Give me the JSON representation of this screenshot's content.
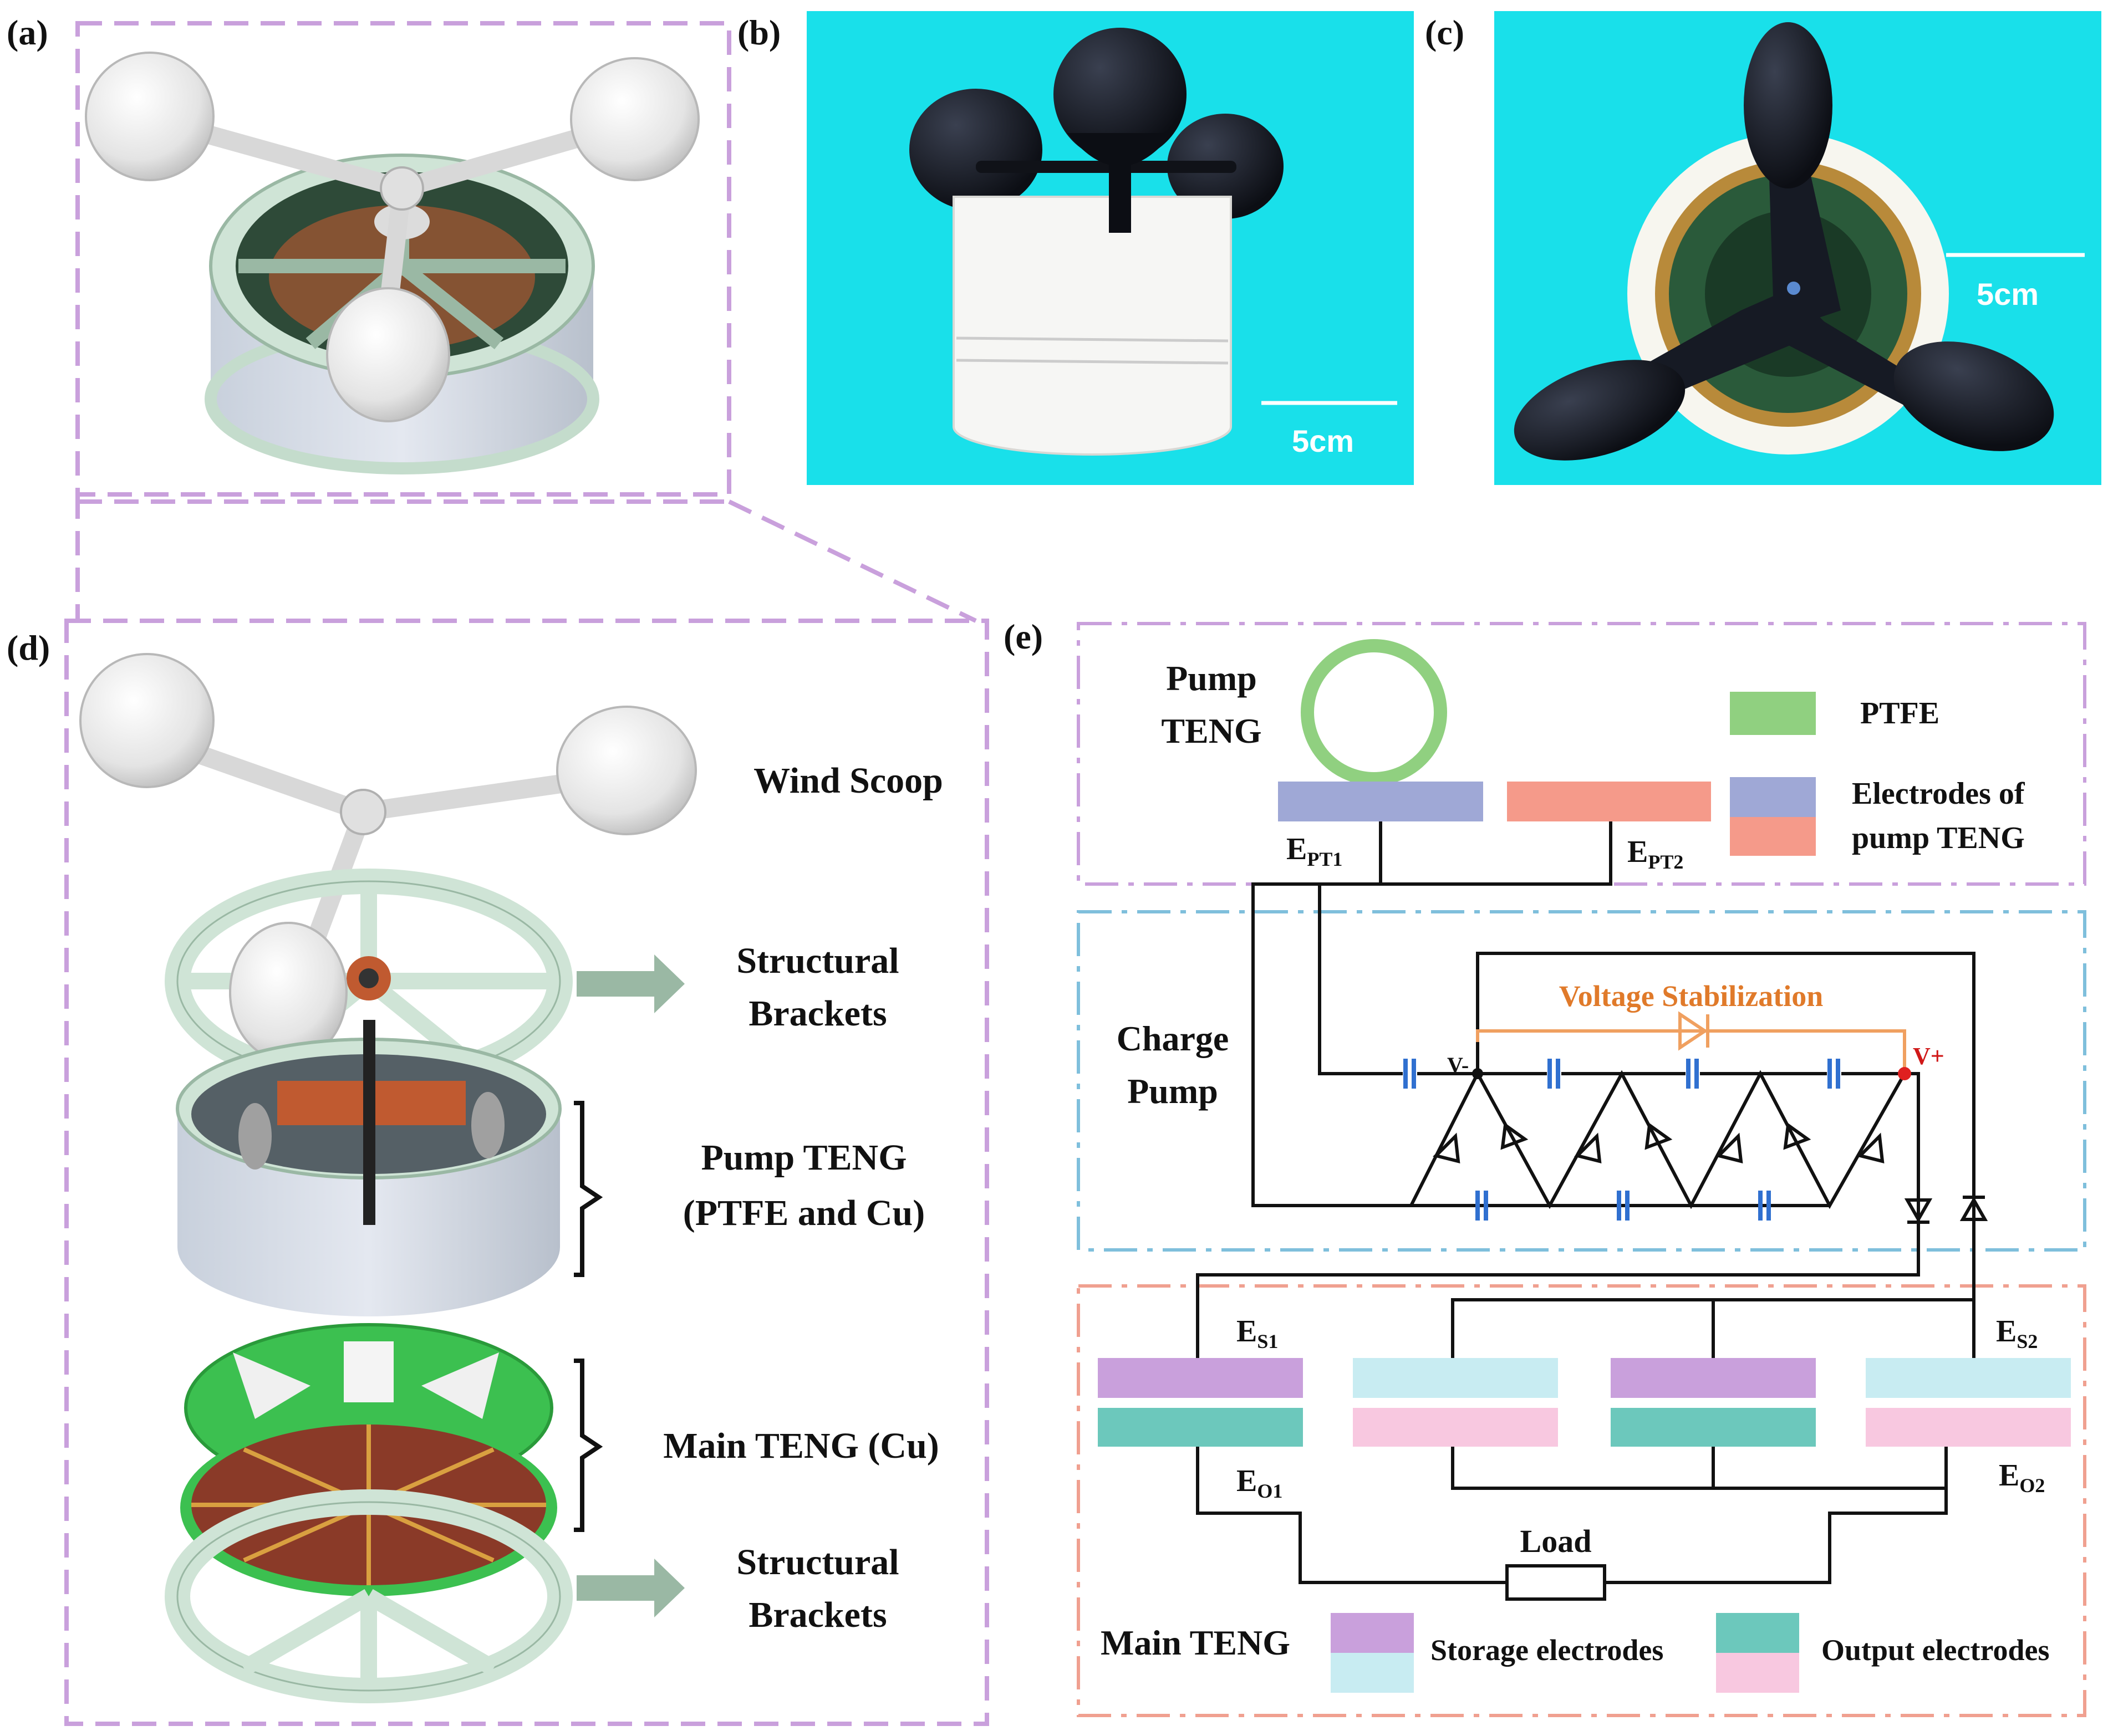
{
  "panels": {
    "a": "(a)",
    "b": "(b)",
    "c": "(c)",
    "d": "(d)",
    "e": "(e)"
  },
  "photos": {
    "scale_b": "5cm",
    "scale_c": "5cm"
  },
  "exploded": {
    "wind_scoop": "Wind Scoop",
    "brackets_top_1": "Structural",
    "brackets_top_2": "Brackets",
    "pump_teng_1": "Pump TENG",
    "pump_teng_2": "(PTFE and Cu)",
    "main_teng": "Main TENG (Cu)",
    "brackets_bot_1": "Structural",
    "brackets_bot_2": "Brackets"
  },
  "circuit": {
    "pump_teng_1": "Pump",
    "pump_teng_2": "TENG",
    "legend_ptfe": "PTFE",
    "legend_electrodes_1": "Electrodes of",
    "legend_electrodes_2": "pump TENG",
    "ept1_main": "E",
    "ept1_sub": "PT1",
    "ept2_main": "E",
    "ept2_sub": "PT2",
    "charge_pump_1": "Charge",
    "charge_pump_2": "Pump",
    "voltage_stabilization": "Voltage Stabilization",
    "v_minus": "V-",
    "v_plus": "V+",
    "es1_main": "E",
    "es1_sub": "S1",
    "es2_main": "E",
    "es2_sub": "S2",
    "eo1_main": "E",
    "eo1_sub": "O1",
    "eo2_main": "E",
    "eo2_sub": "O2",
    "load": "Load",
    "main_teng": "Main TENG",
    "storage_electrodes": "Storage electrodes",
    "output_electrodes": "Output electrodes"
  },
  "colors": {
    "purple_dash": "#c9a0dc",
    "blue_dash": "#7fbfdc",
    "red_dash": "#f0a090",
    "ptfe_green": "#90d080",
    "electrode_blue": "#9fa8d6",
    "electrode_red": "#f59a8a",
    "storage_purple": "#c9a0dc",
    "storage_lightblue": "#c8ecf2",
    "output_teal": "#6cc8bc",
    "output_pink": "#f8c8e0",
    "photo_cyan": "#19e0ea",
    "stabilize_orange": "#f0a060",
    "capacitor_blue": "#3070d0"
  }
}
